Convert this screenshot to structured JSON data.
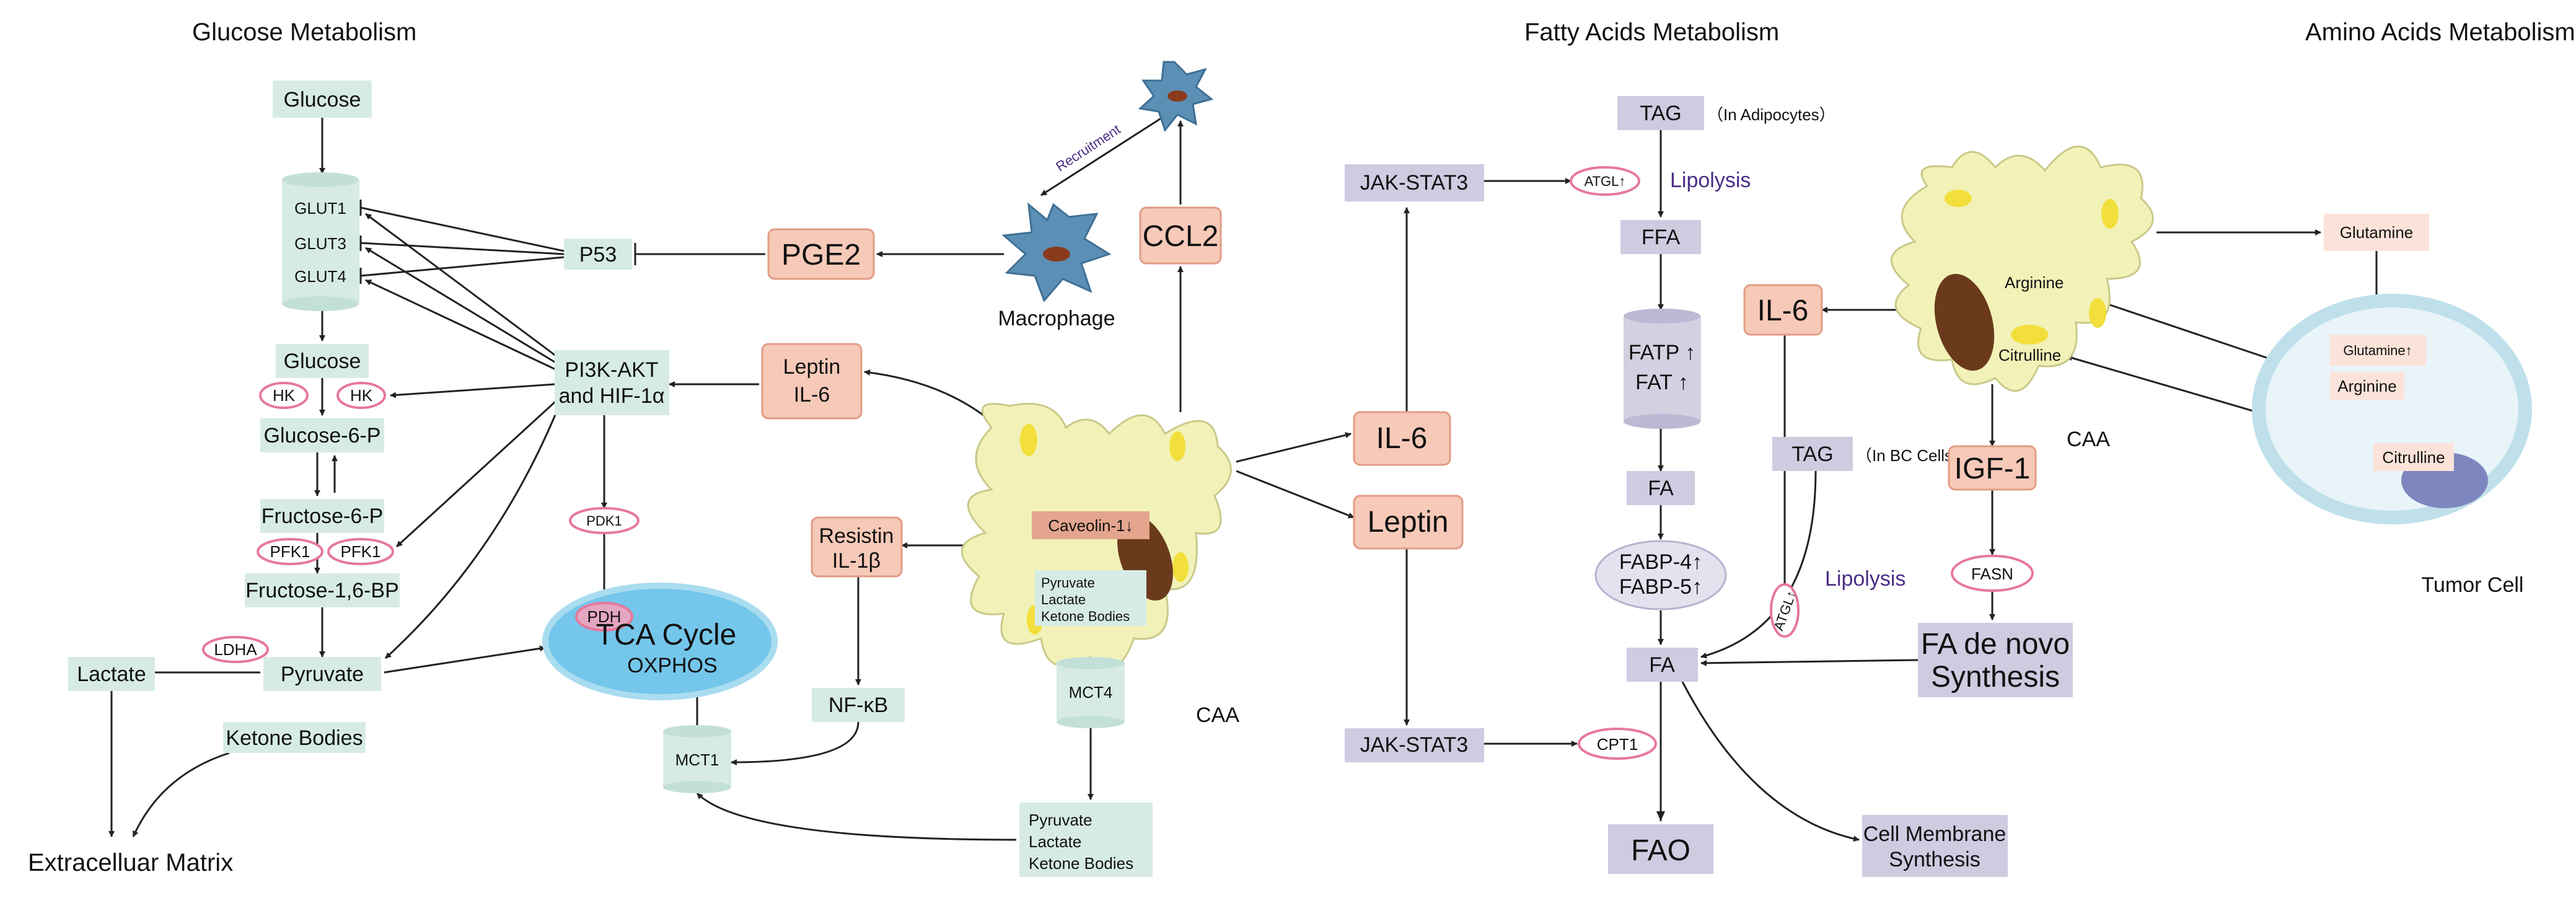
{
  "colors": {
    "teal_box": "#d7ebe6",
    "salmon_box": "#f6c9b8",
    "lavender_box": "#cfcbe0",
    "pink_oval": "#e6789c",
    "caa_fill": "#f2f2b8",
    "mito_fill": "#74c6ea",
    "tumor_cell_fill": "#e8f4f8",
    "tumor_nucleus": "#7e86bf",
    "macrophage": "#5c8fb5",
    "lipolysis_text": "#4b2d86"
  },
  "sections": {
    "glucose": "Glucose Metabolism",
    "fatty": "Fatty Acids Metabolism",
    "amino": "Amino Acids Metabolism"
  },
  "glucose": {
    "glucose_top": "Glucose",
    "glut1": "GLUT1",
    "glut3": "GLUT3",
    "glut4": "GLUT4",
    "glucose_inside": "Glucose",
    "hk_left": "HK",
    "hk_right": "HK",
    "g6p": "Glucose-6-P",
    "f6p": "Fructose-6-P",
    "pfk1_left": "PFK1",
    "pfk1_right": "PFK1",
    "f16bp": "Fructose-1,6-BP",
    "ldha": "LDHA",
    "pyruvate": "Pyruvate",
    "lactate": "Lactate",
    "ketone_bodies": "Ketone Bodies",
    "ecm": "Extracelluar Matrix",
    "p53": "P53",
    "pi3k_line1": "PI3K-AKT",
    "pi3k_line2": "and HIF-1α",
    "pdk1": "PDK1",
    "pdh": "PDH",
    "tca_line1": "TCA Cycle",
    "tca_line2": "OXPHOS",
    "pge2": "PGE2",
    "macrophage": "Macrophage",
    "recruitment": "Recruitment",
    "ccl2": "CCL2",
    "leptin_il6_line1": "Leptin",
    "leptin_il6_line2": "IL-6",
    "resistin_line1": "Resistin",
    "resistin_line2": "IL-1β",
    "nfkb": "NF-κB",
    "mct1": "MCT1",
    "mct4": "MCT4",
    "caveolin": "Caveolin-1↓",
    "caa_inner_1": "Pyruvate",
    "caa_inner_2": "Lactate",
    "caa_inner_3": "Ketone Bodies",
    "caa_label": "CAA",
    "out_1": "Pyruvate",
    "out_2": "Lactate",
    "out_3": "Ketone Bodies"
  },
  "fatty": {
    "il6": "IL-6",
    "leptin": "Leptin",
    "tag_adipo": "TAG",
    "tag_adipo_note": "（In Adipocytes）",
    "jak_stat3_top": "JAK-STAT3",
    "atgl_top": "ATGL↑",
    "lipolysis_top": "Lipolysis",
    "ffa": "FFA",
    "fatp": "FATP ↑",
    "fat": "FAT  ↑",
    "fa_mid": "FA",
    "fabp4": "FABP-4↑",
    "fabp5": "FABP-5↑",
    "fa_low": "FA",
    "jak_stat3_bottom": "JAK-STAT3",
    "cpt1": "CPT1",
    "fao": "FAO",
    "cell_membrane_line1": "Cell Membrane",
    "cell_membrane_line2": "Synthesis",
    "il6_right": "IL-6",
    "tag_bc": "TAG",
    "tag_bc_note": "（In BC Cells）",
    "atgl_bottom": "ATGL↑",
    "lipolysis_bottom": "Lipolysis"
  },
  "amino": {
    "glutamine": "Glutamine",
    "glutamine_up": "Glutamine↑",
    "arginine_caa": "Arginine",
    "citrulline_caa": "Citrulline",
    "arginine_tumor": "Arginine",
    "citrulline_tumor": "Citrulline",
    "caa_label": "CAA",
    "igf1": "IGF-1",
    "fasn": "FASN",
    "fa_denovo_line1": "FA de novo",
    "fa_denovo_line2": "Synthesis",
    "tumor_cell": "Tumor Cell"
  }
}
